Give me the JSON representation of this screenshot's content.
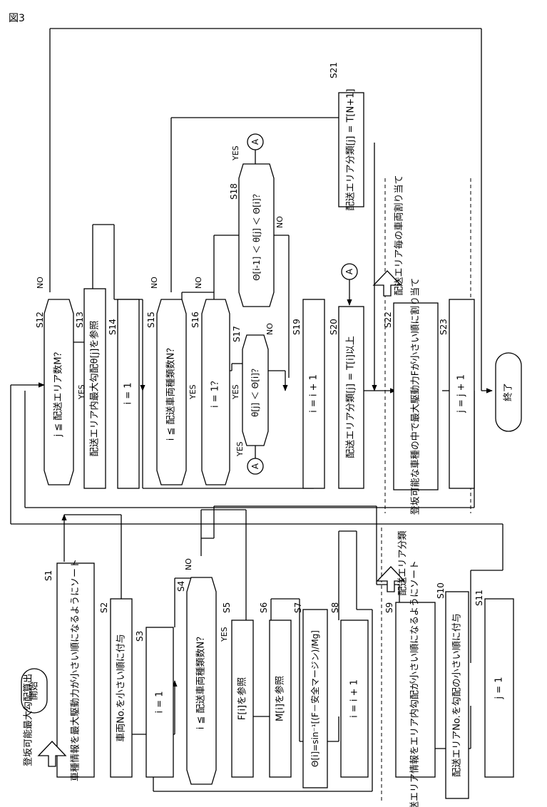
{
  "figure_label": "図3",
  "steps": {
    "start": "開始",
    "s1": "車種情報を最大駆動力が小さい順になるようにソート",
    "s2": "車両No.を小さい順に付与",
    "s3": "i = 1",
    "s4": "i ≦ 配送車両種類数N？",
    "s5": "F[i]を参照",
    "s6": "M[i]を参照",
    "s7": "Θ[i]=sin⁻¹[(F－安全マージン)/Mg]",
    "s8": "i = i + 1",
    "s9": "配送エリア情報をエリア内勾配が小さい順になるようにソート",
    "s10": "配送エリアNo.を勾配の小さい順に付与",
    "s11": "j = 1",
    "s12": "j ≦ 配送エリア数M？",
    "s13": "配送エリア内最大勾配θ[j]を参照",
    "s14": "i = 1",
    "s15": "i ≦ 配送車両種類数N？",
    "s16": "i = 1？",
    "s17": "θ[j] ＜ Θ[i]？",
    "s18": "Θ[i-1] ＜ θ[j] ＜ Θ[i]？",
    "s19": "i = i + 1",
    "s20": "配送エリア分類[j] = T[i]以上",
    "s21": "配送エリア分類[j] = T[N+1]",
    "s22": "登坂可能な車種の中で最大駆動力Fが小さい順に割り当て",
    "s23": "j = j + 1",
    "end": "終了"
  },
  "step_ids": {
    "s1": "S1",
    "s2": "S2",
    "s3": "S3",
    "s4": "S4",
    "s5": "S5",
    "s6": "S6",
    "s7": "S7",
    "s8": "S8",
    "s9": "S9",
    "s10": "S10",
    "s11": "S11",
    "s12": "S12",
    "s13": "S13",
    "s14": "S14",
    "s15": "S15",
    "s16": "S16",
    "s17": "S17",
    "s18": "S18",
    "s19": "S19",
    "s20": "S20",
    "s21": "S21",
    "s22": "S22",
    "s23": "S23"
  },
  "branch_labels": {
    "yes": "YES",
    "no": "NO"
  },
  "connector": "A",
  "phases": {
    "p1": "登坂可能最大勾配算出",
    "p2": "配送エリア分類",
    "p3": "配送エリア毎の車両割り当て"
  }
}
